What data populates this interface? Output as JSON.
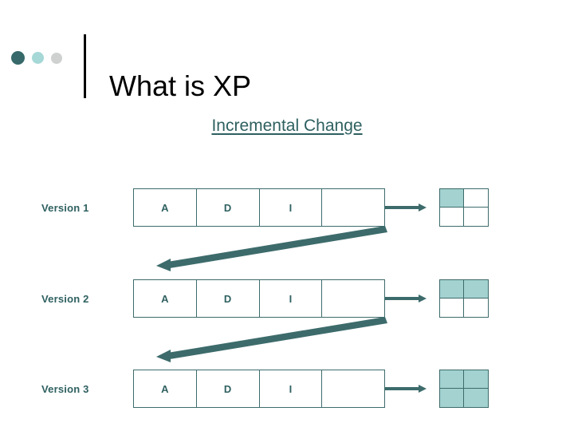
{
  "slide": {
    "title": "What is XP",
    "subtitle": "Incremental Change",
    "decor_dots": [
      {
        "name": "dot-dark-teal",
        "color": "#37696a"
      },
      {
        "name": "dot-light-teal",
        "color": "#a5d8d6"
      },
      {
        "name": "dot-gray",
        "color": "#cfd0d0"
      }
    ]
  },
  "theme": {
    "accent_dark": "#2f6060",
    "border": "#3d6b6b",
    "fill_teal": "#a3d2d0",
    "title_color": "#000000",
    "background": "#ffffff"
  },
  "diagram": {
    "type": "incremental-versions",
    "cell_labels": [
      "A",
      "D",
      "I"
    ],
    "rows": [
      {
        "label": "Version 1",
        "cells": [
          "A",
          "D",
          "I",
          ""
        ],
        "progress_filled": 1,
        "progress_total": 4,
        "quadrants": [
          true,
          false,
          false,
          false
        ],
        "arrow_to_progress": "arrow-right",
        "feedback_arrow": "arrow-diagonal-left"
      },
      {
        "label": "Version 2",
        "cells": [
          "A",
          "D",
          "I",
          ""
        ],
        "progress_filled": 2,
        "progress_total": 4,
        "quadrants": [
          true,
          true,
          false,
          false
        ],
        "arrow_to_progress": "arrow-right",
        "feedback_arrow": "arrow-diagonal-left"
      },
      {
        "label": "Version 3",
        "cells": [
          "A",
          "D",
          "I",
          ""
        ],
        "progress_filled": 4,
        "progress_total": 4,
        "quadrants": [
          true,
          true,
          true,
          true
        ],
        "arrow_to_progress": "arrow-right",
        "feedback_arrow": ""
      }
    ]
  }
}
